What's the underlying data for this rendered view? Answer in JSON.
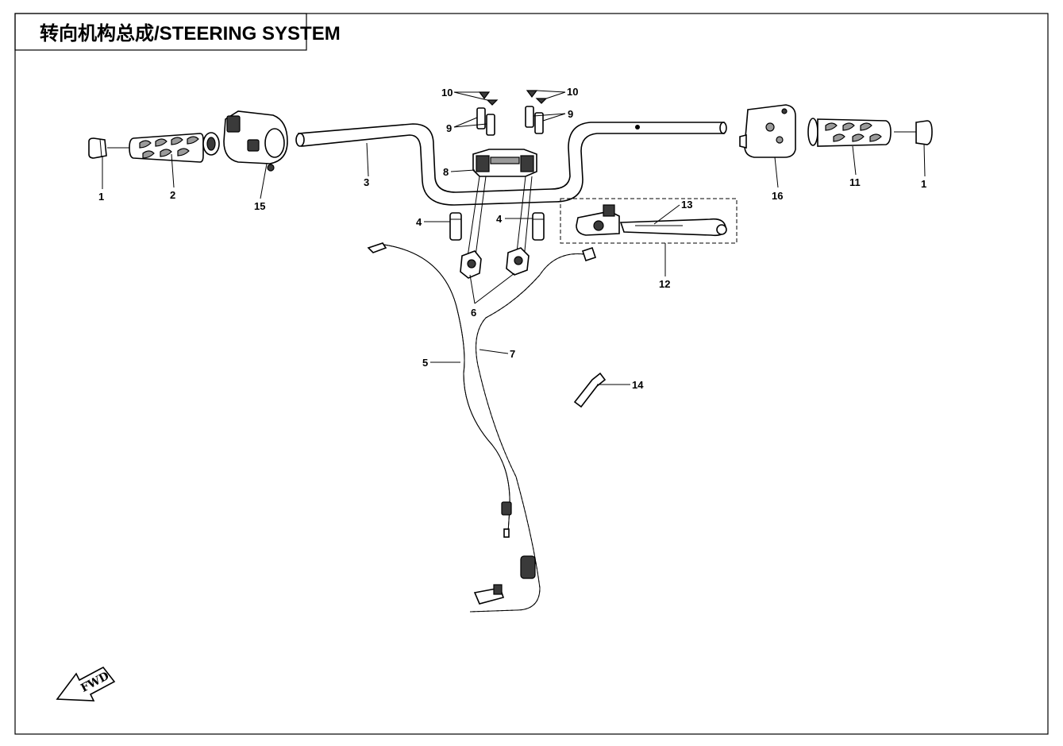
{
  "title": "转向机构总成/STEERING SYSTEM",
  "fwd_label": "FWD",
  "callouts": [
    {
      "id": "c1a",
      "label": "1"
    },
    {
      "id": "c2",
      "label": "2"
    },
    {
      "id": "c15",
      "label": "15"
    },
    {
      "id": "c3",
      "label": "3"
    },
    {
      "id": "c10a",
      "label": "10"
    },
    {
      "id": "c10b",
      "label": "10"
    },
    {
      "id": "c9a",
      "label": "9"
    },
    {
      "id": "c9b",
      "label": "9"
    },
    {
      "id": "c8",
      "label": "8"
    },
    {
      "id": "c4a",
      "label": "4"
    },
    {
      "id": "c4b",
      "label": "4"
    },
    {
      "id": "c6",
      "label": "6"
    },
    {
      "id": "c5",
      "label": "5"
    },
    {
      "id": "c7",
      "label": "7"
    },
    {
      "id": "c13",
      "label": "13"
    },
    {
      "id": "c12",
      "label": "12"
    },
    {
      "id": "c14",
      "label": "14"
    },
    {
      "id": "c16",
      "label": "16"
    },
    {
      "id": "c11",
      "label": "11"
    },
    {
      "id": "c1b",
      "label": "1"
    }
  ]
}
